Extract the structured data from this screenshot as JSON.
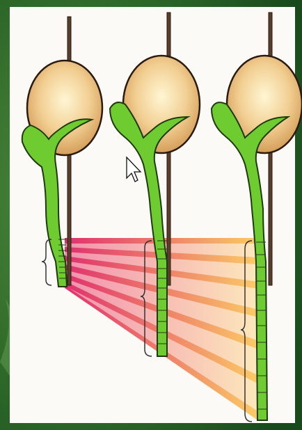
{
  "colors": {
    "leaf_background": "#2d6b2a",
    "panel": "#fbfaf6",
    "seed_center": "#fff2c8",
    "seed_edge": "#d8a55e",
    "shoot": "#6fcc30",
    "stick": "#5a3d2b",
    "ray_pink": "#e0306e",
    "ray_yellow": "#fbcc66"
  },
  "diagram": {
    "seedlings": [
      {
        "stage": 1
      },
      {
        "stage": 2
      },
      {
        "stage": 3
      }
    ]
  }
}
